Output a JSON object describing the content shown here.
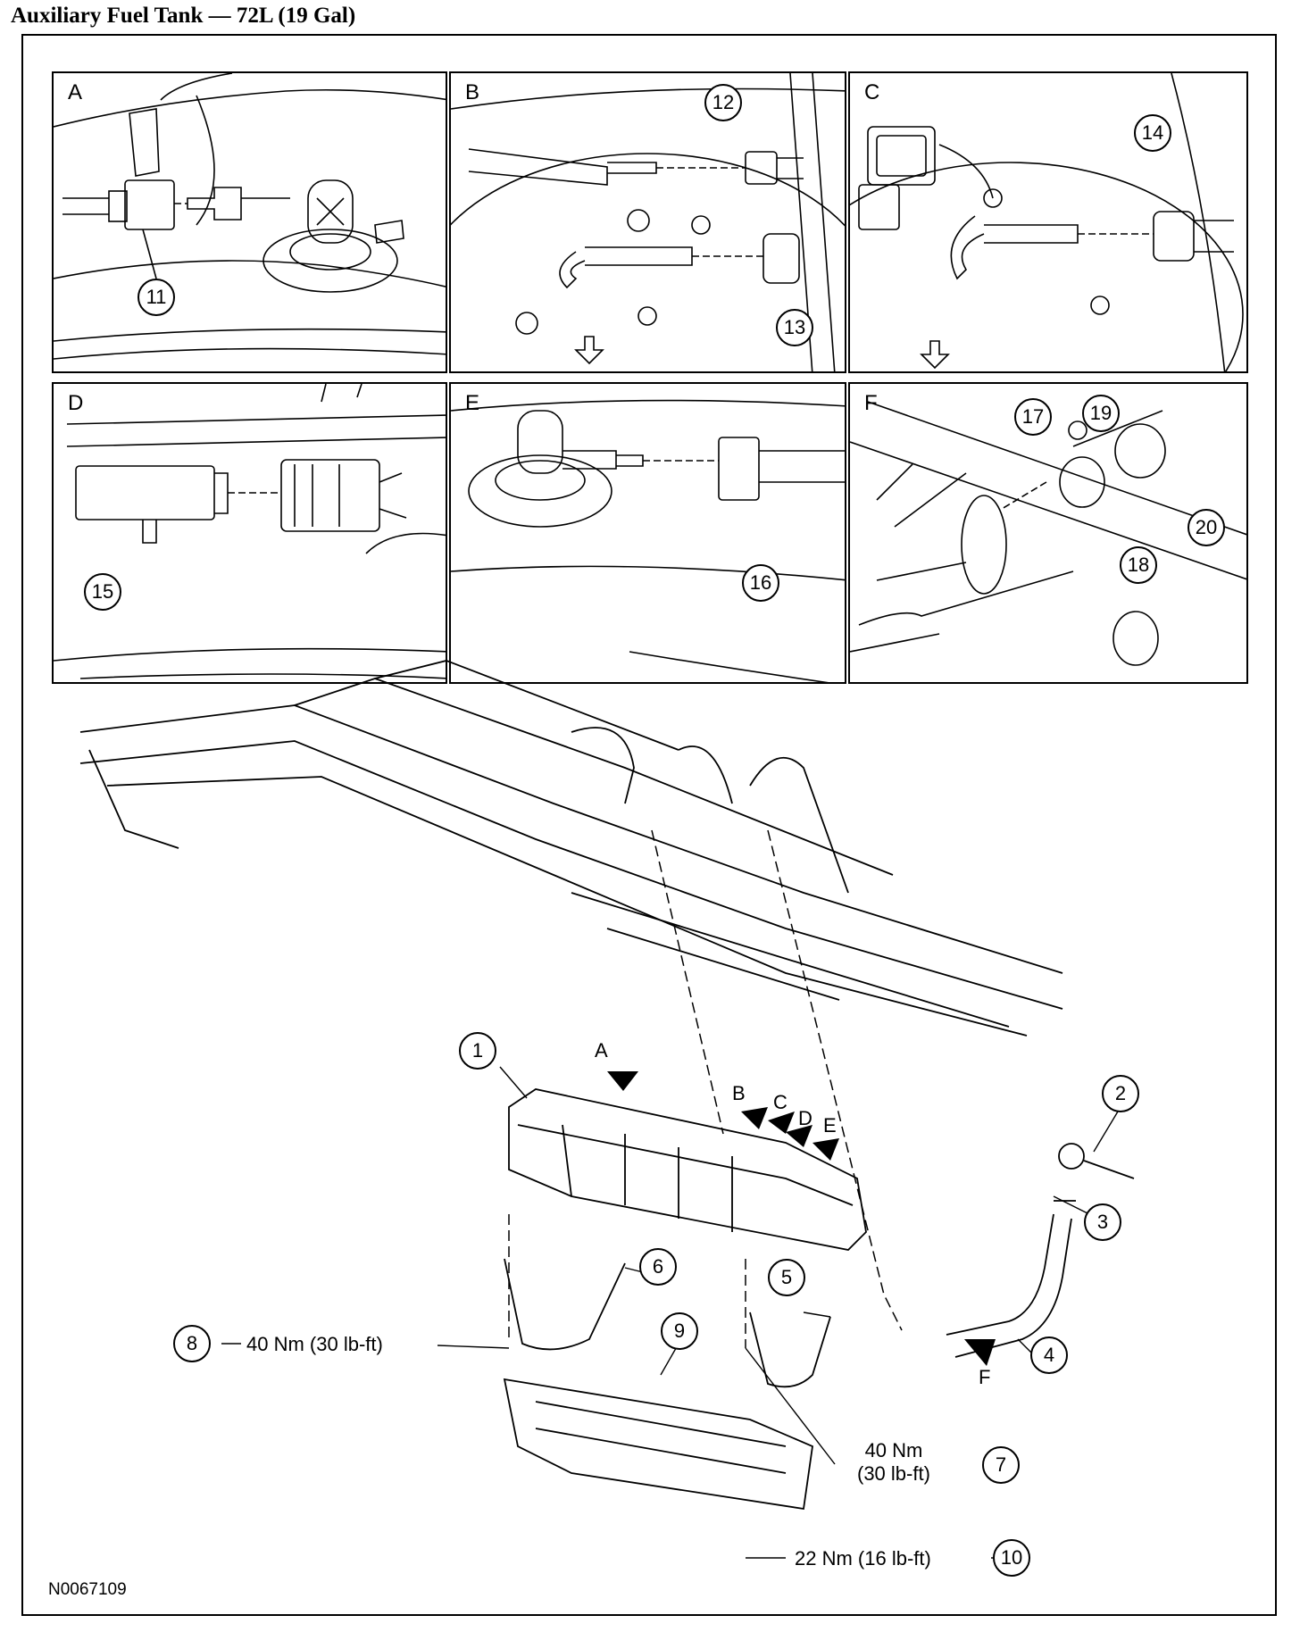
{
  "title": "Auxiliary Fuel Tank — 72L (19 Gal)",
  "figure_id": "N0067109",
  "panels": [
    {
      "letter": "A",
      "callouts": [
        "11"
      ]
    },
    {
      "letter": "B",
      "callouts": [
        "12",
        "13"
      ]
    },
    {
      "letter": "C",
      "callouts": [
        "14"
      ]
    },
    {
      "letter": "D",
      "callouts": [
        "15"
      ]
    },
    {
      "letter": "E",
      "callouts": [
        "16"
      ]
    },
    {
      "letter": "F",
      "callouts": [
        "17",
        "19",
        "20",
        "18"
      ]
    }
  ],
  "main_callouts": [
    "1",
    "2",
    "3",
    "4",
    "5",
    "6",
    "7",
    "8",
    "9",
    "10"
  ],
  "view_labels": [
    "A",
    "B",
    "C",
    "D",
    "E",
    "F"
  ],
  "torque": {
    "t8": "40 Nm (30 lb-ft)",
    "t7_line1": "40 Nm",
    "t7_line2": "(30 lb-ft)",
    "t10": "22 Nm (16 lb-ft)"
  }
}
